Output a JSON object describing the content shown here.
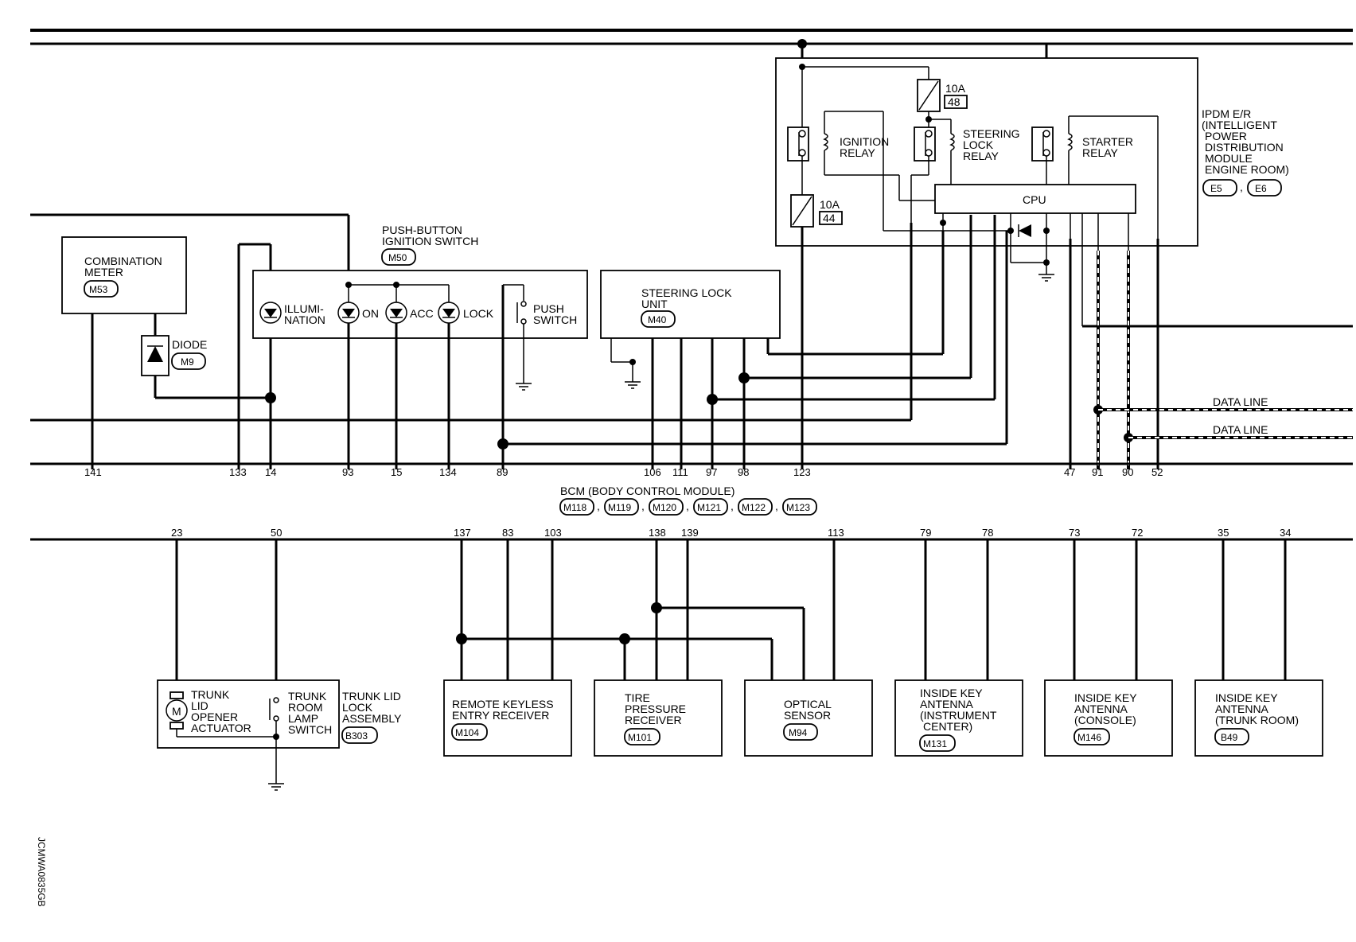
{
  "ipdm": {
    "title_lines": [
      "IPDM E/R",
      "(INTELLIGENT",
      "POWER",
      "DISTRIBUTION",
      "MODULE",
      "ENGINE ROOM)"
    ],
    "connectors": [
      "E5",
      "E6"
    ],
    "fuse_top": {
      "rating": "10A",
      "number": "48"
    },
    "fuse_left": {
      "rating": "10A",
      "number": "44"
    },
    "ignition_relay": [
      "IGNITION",
      "RELAY"
    ],
    "steering_lock_relay": [
      "STEERING",
      "LOCK",
      "RELAY"
    ],
    "starter_relay": [
      "STARTER",
      "RELAY"
    ],
    "cpu": "CPU"
  },
  "combination_meter": {
    "lines": [
      "COMBINATION",
      "METER"
    ],
    "connector": "M53"
  },
  "diode": {
    "label": "DIODE",
    "connector": "M9"
  },
  "push_button": {
    "title_lines": [
      "PUSH-BUTTON",
      "IGNITION SWITCH"
    ],
    "connector": "M50",
    "illumination": [
      "ILLUMI-",
      "NATION"
    ],
    "on": "ON",
    "acc": "ACC",
    "lock": "LOCK",
    "push_switch": [
      "PUSH",
      "SWITCH"
    ]
  },
  "steering_lock_unit": {
    "lines": [
      "STEERING LOCK",
      "UNIT"
    ],
    "connector": "M40"
  },
  "data_line_1": "DATA LINE",
  "data_line_2": "DATA LINE",
  "bcm": {
    "title": "BCM (BODY CONTROL MODULE)",
    "connectors": [
      "M118",
      "M119",
      "M120",
      "M121",
      "M122",
      "M123"
    ],
    "top_pins": [
      "141",
      "133",
      "14",
      "93",
      "15",
      "134",
      "89",
      "106",
      "111",
      "97",
      "98",
      "123",
      "47",
      "91",
      "90",
      "52"
    ],
    "bottom_pins": [
      "23",
      "50",
      "137",
      "83",
      "103",
      "138",
      "139",
      "113",
      "79",
      "78",
      "73",
      "72",
      "35",
      "34"
    ]
  },
  "trunk_lid": {
    "opener_lines": [
      "TRUNK",
      "LID",
      "OPENER",
      "ACTUATOR"
    ],
    "motor": "M",
    "lamp_switch_lines": [
      "TRUNK",
      "ROOM",
      "LAMP",
      "SWITCH"
    ],
    "assembly_lines": [
      "TRUNK LID",
      "LOCK",
      "ASSEMBLY"
    ],
    "connector": "B303"
  },
  "remote_keyless": {
    "lines": [
      "REMOTE KEYLESS",
      "ENTRY RECEIVER"
    ],
    "connector": "M104"
  },
  "tire_pressure": {
    "lines": [
      "TIRE",
      "PRESSURE",
      "RECEIVER"
    ],
    "connector": "M101"
  },
  "optical_sensor": {
    "lines": [
      "OPTICAL",
      "SENSOR"
    ],
    "connector": "M94"
  },
  "antenna_instrument": {
    "lines": [
      "INSIDE KEY",
      "ANTENNA",
      "(INSTRUMENT",
      "CENTER)"
    ],
    "connector": "M131"
  },
  "antenna_console": {
    "lines": [
      "INSIDE KEY",
      "ANTENNA",
      "(CONSOLE)"
    ],
    "connector": "M146"
  },
  "antenna_trunk": {
    "lines": [
      "INSIDE KEY",
      "ANTENNA",
      "(TRUNK ROOM)"
    ],
    "connector": "B49"
  },
  "figure_code": "JCMWA0835GB"
}
